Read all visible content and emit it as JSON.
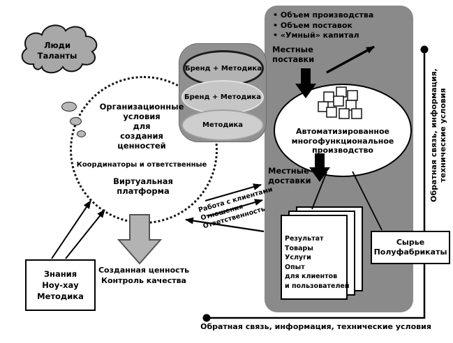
{
  "cloud": {
    "text": "Люди\nТаланты"
  },
  "circle": {
    "org": "Организационные\nусловия\nдля\nсоздания\nценностей",
    "coordinators": "Координаторы и ответственные",
    "platform": "Виртуальная\nплатформа"
  },
  "stack": {
    "top": "Бренд + Методика",
    "middle": "Бренд + Методика",
    "bottom": "Методика"
  },
  "panel": {
    "bullets": [
      "• Объем производства",
      "• Объем поставок",
      "• «Умный» капитал"
    ],
    "local_supplies": "Местные\nпоставки",
    "production": "Автоматизированное\nмногофункциональное\nпроизводство",
    "local_deliveries": "Местные\nдоставки",
    "results": "Результат\nТовары\nУслуги\nОпыт\nдля клиентов\nи пользователей"
  },
  "boxes": {
    "raw": "Сырье\nПолуфабрикаты",
    "knowledge": "Знания\nНоу-хау\nМетодика"
  },
  "labels": {
    "created_value": "Созданная ценность\nКонтроль качества",
    "client_work": "Работа с клиентами\nОтношения\nОтветственность",
    "feedback_vertical": "Обратная связь, информация,\nтехнические условия",
    "feedback_bottom": "Обратная связь, информация, технические условия"
  },
  "colors": {
    "panel": "#8a8a8a",
    "cloud": "#a8a8a8",
    "stack_container": "#909090",
    "big_arrow": "#b3b3b3",
    "arrow": "#000000",
    "background": "#ffffff"
  }
}
